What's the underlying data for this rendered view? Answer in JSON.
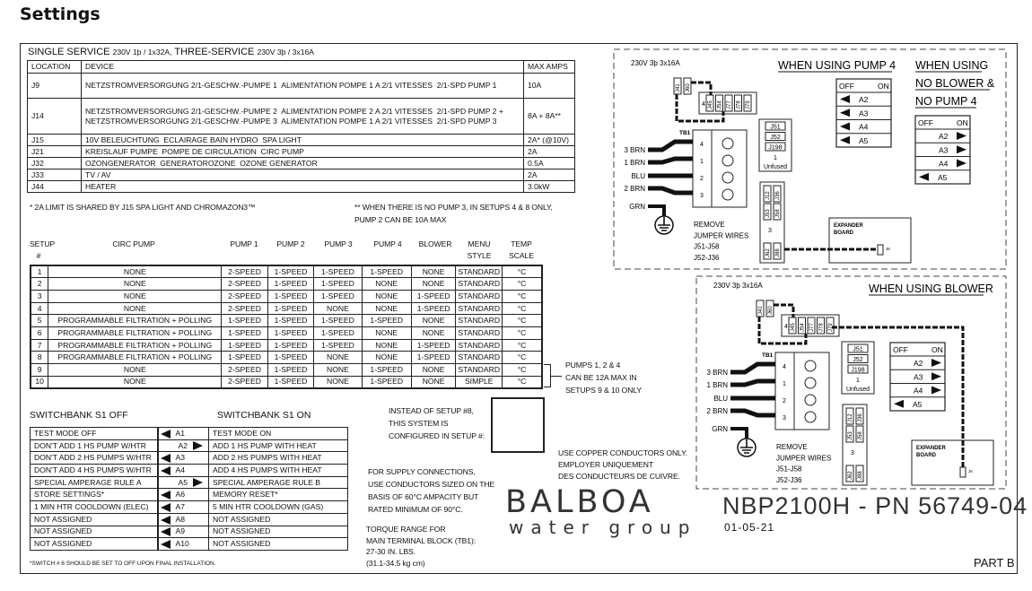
{
  "page_title": "Settings",
  "service": {
    "caption_a": "SINGLE SERVICE",
    "caption_a_spec": "230V 1þ / 1x32A,",
    "caption_b": "THREE-SERVICE",
    "caption_b_spec": "230V 3þ / 3x16A"
  },
  "location_table": {
    "headers": [
      "LOCATION",
      "DEVICE",
      "MAX AMPS"
    ],
    "rows": [
      [
        "J9",
        "NETZSTROMVERSORGUNG 2/1-GESCHW.-PUMPE 1  ALIMENTATION POMPE 1 A 2/1 VITESSES  2/1-SPD PUMP 1",
        "10A"
      ],
      [
        "J14",
        "NETZSTROMVERSORGUNG 2/1-GESCHW.-PUMPE 2  ALIMENTATION POMPE 2 A 2/1 VITESSES  2/1-SPD PUMP 2 +\nNETZSTROMVERSORGUNG 2/1-GESCHW.-PUMPE 3  ALIMENTATION POMPE 1 A 2/1 VITESSES  2/1-SPD PUMP 3",
        "8A + 8A**"
      ],
      [
        "J15",
        "10V BELEUCHTUNG  ECLAIRAGE BAIN HYDRO  SPA LIGHT",
        "2A* (@10V)"
      ],
      [
        "J21",
        "KREISLAUF PUMPE  POMPE DE CIRCULATION  CIRC PUMP",
        "2A"
      ],
      [
        "J32",
        "OZONGENERATOR  GENERATOROZONE  OZONE GENERATOR",
        "0.5A"
      ],
      [
        "J33",
        "TV / AV",
        "2A"
      ],
      [
        "J44",
        "HEATER",
        "3.0kW"
      ]
    ],
    "note_1": "* 2A LIMIT IS SHARED BY J15 SPA LIGHT AND CHROMAZON3™",
    "note_2a": "** WHEN THERE IS NO PUMP 3, IN SETUPS 4 & 8 ONLY,",
    "note_2b": "PUMP 2 CAN BE 10A MAX"
  },
  "setup_table": {
    "headers": [
      [
        "SETUP",
        "#"
      ],
      [
        "CIRC PUMP",
        ""
      ],
      [
        "PUMP 1",
        ""
      ],
      [
        "PUMP 2",
        ""
      ],
      [
        "PUMP 3",
        ""
      ],
      [
        "PUMP 4",
        ""
      ],
      [
        "BLOWER",
        ""
      ],
      [
        "MENU",
        "STYLE"
      ],
      [
        "TEMP",
        "SCALE"
      ]
    ],
    "rows": [
      [
        "1",
        "NONE",
        "2-SPEED",
        "1-SPEED",
        "1-SPEED",
        "1-SPEED",
        "NONE",
        "STANDARD",
        "°C"
      ],
      [
        "2",
        "NONE",
        "2-SPEED",
        "1-SPEED",
        "1-SPEED",
        "NONE",
        "NONE",
        "STANDARD",
        "°C"
      ],
      [
        "3",
        "NONE",
        "2-SPEED",
        "1-SPEED",
        "1-SPEED",
        "NONE",
        "1-SPEED",
        "STANDARD",
        "°C"
      ],
      [
        "4",
        "NONE",
        "2-SPEED",
        "1-SPEED",
        "NONE",
        "NONE",
        "1-SPEED",
        "STANDARD",
        "°C"
      ],
      [
        "5",
        "PROGRAMMABLE FILTRATION + POLLING",
        "1-SPEED",
        "1-SPEED",
        "1-SPEED",
        "1-SPEED",
        "NONE",
        "STANDARD",
        "°C"
      ],
      [
        "6",
        "PROGRAMMABLE FILTRATION + POLLING",
        "1-SPEED",
        "1-SPEED",
        "1-SPEED",
        "NONE",
        "NONE",
        "STANDARD",
        "°C"
      ],
      [
        "7",
        "PROGRAMMABLE FILTRATION + POLLING",
        "1-SPEED",
        "1-SPEED",
        "1-SPEED",
        "NONE",
        "1-SPEED",
        "STANDARD",
        "°C"
      ],
      [
        "8",
        "PROGRAMMABLE FILTRATION + POLLING",
        "1-SPEED",
        "1-SPEED",
        "NONE",
        "NONE",
        "1-SPEED",
        "STANDARD",
        "°C"
      ],
      [
        "9",
        "NONE",
        "2-SPEED",
        "1-SPEED",
        "NONE",
        "1-SPEED",
        "NONE",
        "STANDARD",
        "°C"
      ],
      [
        "10",
        "NONE",
        "2-SPEED",
        "1-SPEED",
        "NONE",
        "1-SPEED",
        "NONE",
        "SIMPLE",
        "°C"
      ]
    ],
    "side_note": [
      "PUMPS 1, 2 & 4",
      "CAN BE 12A MAX IN",
      "SETUPS 9 & 10 ONLY"
    ]
  },
  "switchbank": {
    "off_title": "SWITCHBANK S1 OFF",
    "on_title": "SWITCHBANK S1 ON",
    "rows": [
      {
        "off": "TEST MODE OFF",
        "sw": "A1",
        "on": "TEST MODE ON",
        "dir": "left"
      },
      {
        "off": "DON'T ADD 1 HS PUMP W/HTR",
        "sw": "A2",
        "on": "ADD 1 HS PUMP WITH HEAT",
        "dir": "right"
      },
      {
        "off": "DON'T ADD 2 HS PUMPS W/HTR",
        "sw": "A3",
        "on": "ADD 2 HS PUMPS WITH HEAT",
        "dir": "left"
      },
      {
        "off": "DON'T ADD 4 HS PUMPS W/HTR",
        "sw": "A4",
        "on": "ADD 4 HS PUMPS WITH HEAT",
        "dir": "left"
      },
      {
        "off": "SPECIAL AMPERAGE RULE A",
        "sw": "A5",
        "on": "SPECIAL AMPERAGE RULE B",
        "dir": "right"
      },
      {
        "off": "STORE SETTINGS*",
        "sw": "A6",
        "on": "MEMORY RESET*",
        "dir": "left"
      },
      {
        "off": "1 MIN HTR COOLDOWN (ELEC)",
        "sw": "A7",
        "on": "5 MIN HTR COOLDOWN (GAS)",
        "dir": "left"
      },
      {
        "off": "NOT ASSIGNED",
        "sw": "A8",
        "on": "NOT ASSIGNED",
        "dir": "left"
      },
      {
        "off": "NOT ASSIGNED",
        "sw": "A9",
        "on": "NOT ASSIGNED",
        "dir": "left"
      },
      {
        "off": "NOT ASSIGNED",
        "sw": "A10",
        "on": "NOT ASSIGNED",
        "dir": "left"
      }
    ],
    "footnote": "*SWITCH # 6 SHOULD BE SET TO OFF UPON FINAL INSTALLATION."
  },
  "notes": {
    "setup_instead": [
      "INSTEAD OF SETUP #8,",
      "THIS SYSTEM IS",
      "CONFIGURED IN SETUP #:"
    ],
    "supply": [
      "FOR SUPPLY CONNECTIONS,",
      "USE CONDUCTORS SIZED ON THE",
      "BASIS OF 60°C AMPACITY BUT",
      "RATED MINIMUM OF 90°C."
    ],
    "torque": [
      "TORQUE RANGE FOR",
      "MAIN TERMINAL BLOCK (TB1):",
      "27-30 IN. LBS.",
      "(31.1-34.5 kg cm)"
    ],
    "copper": [
      "USE COPPER CONDUCTORS ONLY.",
      "EMPLOYER UNIQUEMENT",
      "DES CONDUCTEURS DE CUIVRE."
    ]
  },
  "logo": {
    "brand": "BALBOA",
    "tagline": "water group"
  },
  "part": {
    "number": "NBP2100H - PN 56749-04",
    "date": "01-05-21",
    "part_label": "PART B"
  },
  "diagrams": {
    "service": "230V 3þ 3x16A",
    "pump4_title": "WHEN USING PUMP 4",
    "no_blower_title": [
      "WHEN USING",
      "NO BLOWER &",
      "NO PUMP 4"
    ],
    "blower_title": "WHEN USING BLOWER",
    "switch_off": "OFF",
    "switch_on": "ON",
    "pump4_switches": [
      {
        "sw": "A2",
        "dir": "left"
      },
      {
        "sw": "A3",
        "dir": "left"
      },
      {
        "sw": "A4",
        "dir": "left"
      },
      {
        "sw": "A5",
        "dir": "left"
      }
    ],
    "no_blower_switches": [
      {
        "sw": "A2",
        "dir": "right"
      },
      {
        "sw": "A3",
        "dir": "right"
      },
      {
        "sw": "A4",
        "dir": "right"
      },
      {
        "sw": "A5",
        "dir": "left"
      }
    ],
    "blower_switches": [
      {
        "sw": "A2",
        "dir": "right"
      },
      {
        "sw": "A3",
        "dir": "right"
      },
      {
        "sw": "A4",
        "dir": "right"
      },
      {
        "sw": "A5",
        "dir": "left"
      }
    ],
    "top_jumpers": [
      "J41",
      "J60"
    ],
    "block4_label": "4",
    "block4": [
      "J45",
      "J54",
      "J77",
      "J78",
      "J79"
    ],
    "group1": [
      "J51",
      "J52",
      "J198"
    ],
    "group1_num": "1",
    "group1_note": "Unfused",
    "tb_label": "TB1",
    "tb_terminals": [
      "4",
      "1",
      "2",
      "3"
    ],
    "wires": [
      "3 BRN",
      "1 BRN",
      "BLU",
      "2 BRN"
    ],
    "ground": "GRN",
    "remove": [
      "REMOVE",
      "JUMPER WIRES",
      "J51-J58",
      "J52-J36"
    ],
    "group3": [
      "J12",
      "J36",
      "J53",
      "J58",
      "J62",
      "J88"
    ],
    "group3_num": "3",
    "expander": [
      "EXPANDER",
      "BOARD"
    ],
    "expander_port": "J6"
  }
}
